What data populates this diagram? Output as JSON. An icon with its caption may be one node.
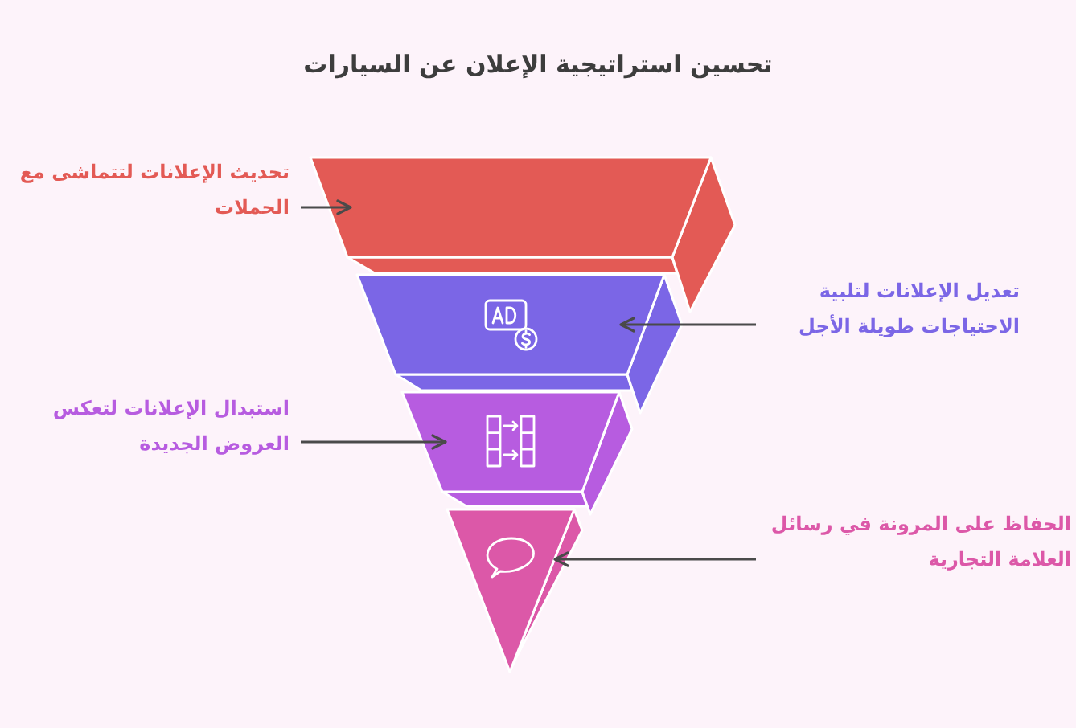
{
  "diagram": {
    "title": "تحسين استراتيجية الإعلان عن السيارات",
    "nodes": [
      {
        "text": [],
        "shape": "trapezoid"
      },
      {
        "text": [],
        "shape": "trapezoid"
      },
      {
        "text": [],
        "shape": "trapezoid"
      },
      {
        "text": [],
        "shape": "triangle"
      },
      {
        "text": [
          "تحديث الإعلانات لتتماشى مع الحملات"
        ]
      },
      {
        "text": [
          "تعديل الإعلانات لتلبية الاحتياجات طويلة الأجل"
        ]
      },
      {
        "text": [
          "استبدال الإعلانات لتعكس العروض الجديدة"
        ]
      },
      {
        "text": [
          "الحفاظ على المرونة في رسائل العلامة التجارية"
        ]
      }
    ],
    "edges": [
      {
        "from": 4,
        "to": 0,
        "arrow": "to"
      },
      {
        "from": 5,
        "to": 1,
        "arrow": "to"
      },
      {
        "from": 6,
        "to": 2,
        "arrow": "to"
      },
      {
        "from": 7,
        "to": 3,
        "arrow": "to"
      }
    ]
  }
}
